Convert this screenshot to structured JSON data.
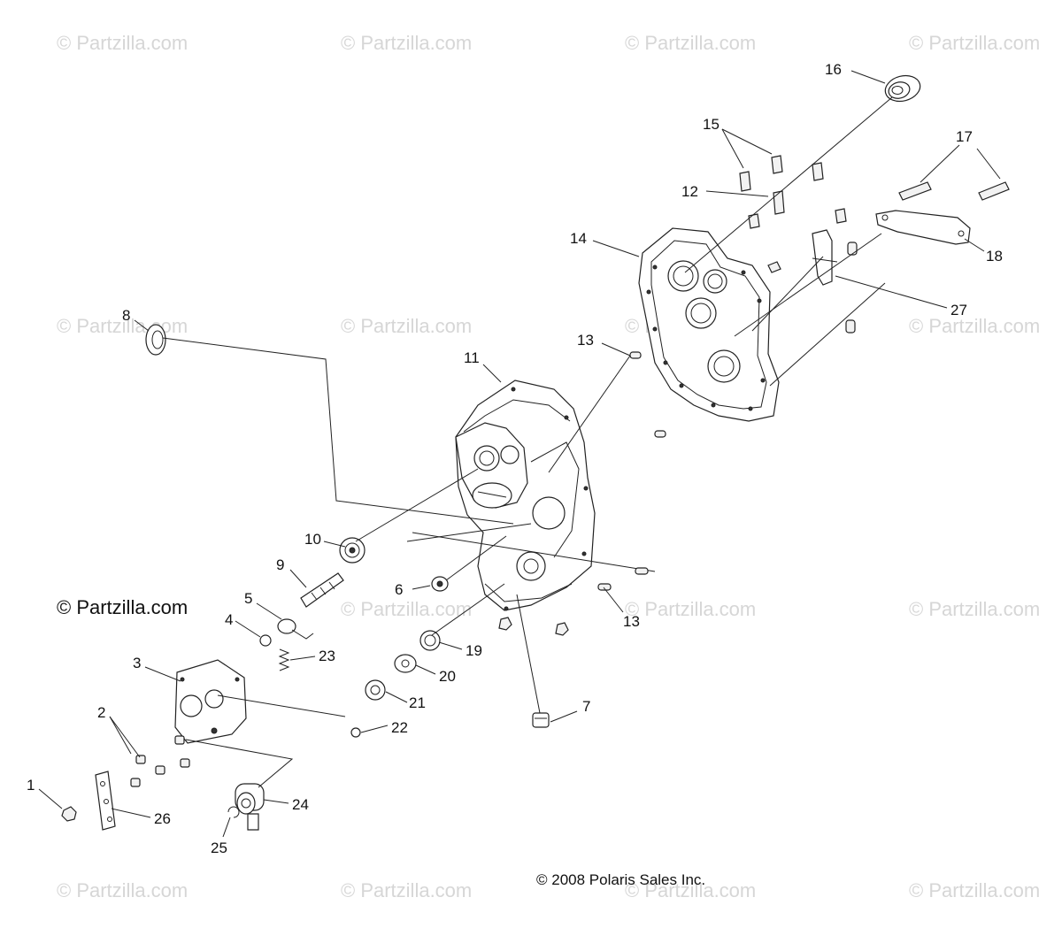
{
  "watermark": "© Partzilla.com",
  "brand_mark": "© Partzilla.com",
  "copyright": "© 2008 Polaris Sales Inc.",
  "callouts": [
    "1",
    "2",
    "3",
    "4",
    "5",
    "6",
    "7",
    "8",
    "9",
    "10",
    "11",
    "12",
    "13",
    "13",
    "14",
    "15",
    "16",
    "17",
    "18",
    "19",
    "20",
    "21",
    "22",
    "23",
    "24",
    "25",
    "26",
    "27"
  ]
}
